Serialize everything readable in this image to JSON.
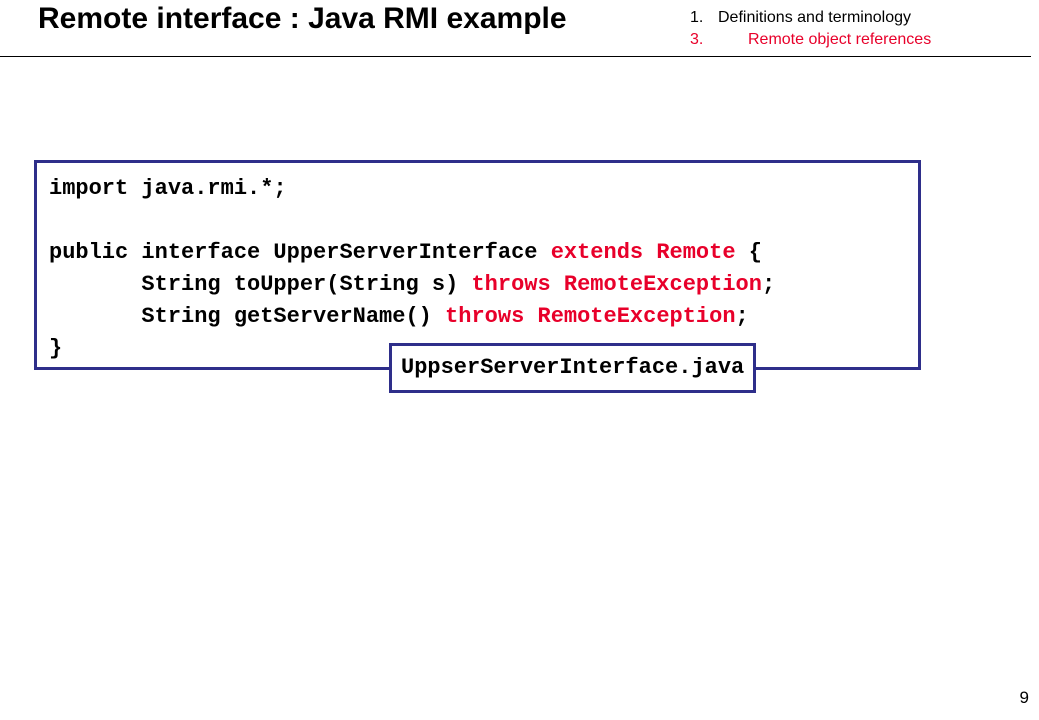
{
  "slide": {
    "title": "Remote interface : Java RMI example",
    "page_number": "9"
  },
  "outline": [
    {
      "number": "1.",
      "label": "Definitions and terminology",
      "color": "#000000"
    },
    {
      "number": "3.",
      "label": "Remote object references",
      "color": "#e8002a"
    }
  ],
  "code": {
    "line1": "import java.rmi.*;",
    "line3_a": "public interface UpperServerInterface ",
    "line3_kw1": "extends",
    "line3_sp": " ",
    "line3_kw2": "Remote",
    "line3_b": " {",
    "line4_a": "       String toUpper(String s) ",
    "line4_kw1": "throws",
    "line4_sp": " ",
    "line4_kw2": "RemoteException",
    "line4_b": ";",
    "line5_a": "       String getServerName() ",
    "line5_kw1": "throws",
    "line5_sp": " ",
    "line5_kw2": "RemoteException",
    "line5_b": ";",
    "line6": "}"
  },
  "file_label": "UppserServerInterface.java",
  "colors": {
    "keyword": "#e8002a",
    "box_border": "#2e2e8a"
  }
}
